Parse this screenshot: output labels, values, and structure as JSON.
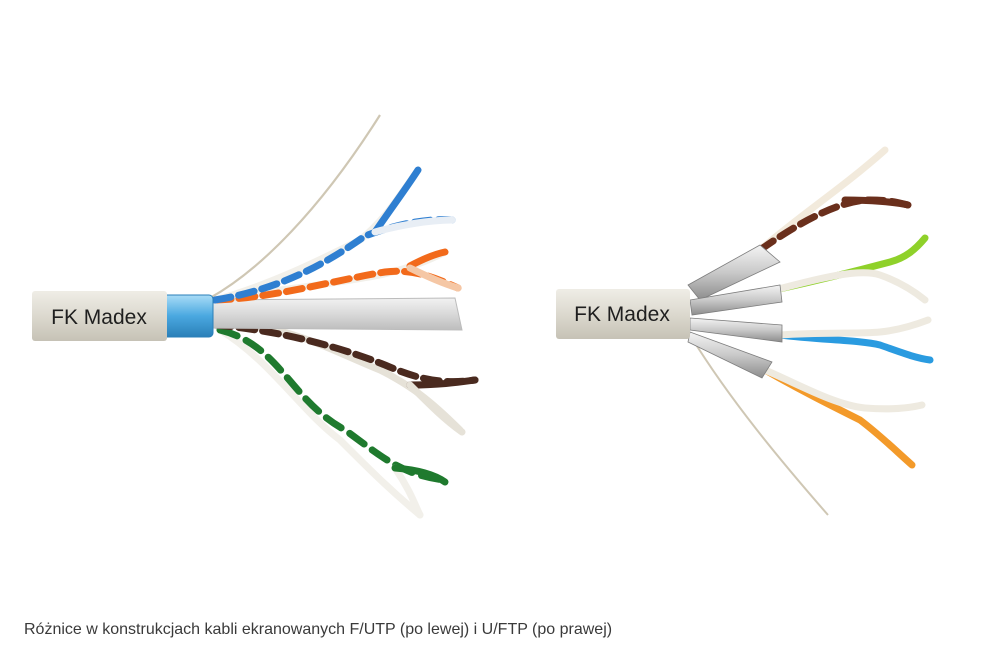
{
  "figure": {
    "left_cable": {
      "label": "FK Madex",
      "shield_color": "#5ab4e6",
      "jacket_color": "#dcd9cf"
    },
    "right_cable": {
      "label": "FK Madex",
      "jacket_color": "#dcd9cf"
    },
    "pair_colors": {
      "blue": "#2f7fd1",
      "orange": "#f26a1b",
      "brown": "#4a2a1f",
      "green": "#1f7a2e",
      "lime": "#8fd12a",
      "light_blue": "#2a9be0",
      "white": "#f2f0ea"
    }
  },
  "caption": "Różnice w konstrukcjach kabli ekranowanych F/UTP (po lewej) i U/FTP (po prawej)"
}
